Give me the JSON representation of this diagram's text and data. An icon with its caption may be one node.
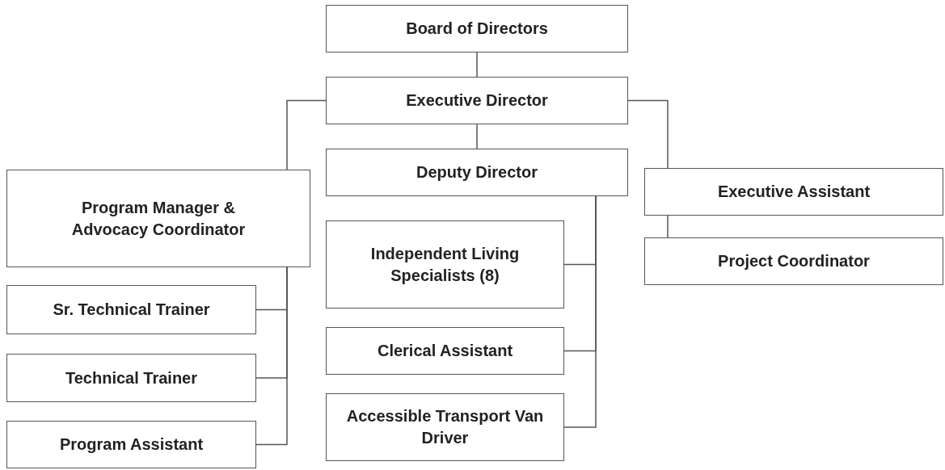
{
  "diagram": {
    "nodes": [
      {
        "text": [
          "Board of Directors"
        ]
      },
      {
        "text": [
          "Executive Director"
        ]
      },
      {
        "text": [
          "Program Manager & Advocacy Coordinator"
        ]
      },
      {
        "text": [
          "Deputy Director"
        ]
      },
      {
        "text": [
          "Executive Assistant"
        ]
      },
      {
        "text": [
          "Independent Living Specialists (8)"
        ]
      },
      {
        "text": [
          "Project Coordinator"
        ]
      },
      {
        "text": [
          "Sr. Technical Trainer"
        ]
      },
      {
        "text": [
          "Clerical Assistant"
        ]
      },
      {
        "text": [
          "Technical Trainer"
        ]
      },
      {
        "text": [
          "Accessible Transport Van Driver"
        ]
      },
      {
        "text": [
          "Program Assistant"
        ]
      }
    ],
    "edges": [
      {
        "from": 0,
        "to": 1,
        "arrow": "none"
      },
      {
        "from": 1,
        "to": 2,
        "arrow": "none"
      },
      {
        "from": 1,
        "to": 3,
        "arrow": "none"
      },
      {
        "from": 1,
        "to": 4,
        "arrow": "none"
      },
      {
        "from": 4,
        "to": 6,
        "arrow": "none"
      },
      {
        "from": 2,
        "to": 7,
        "arrow": "none"
      },
      {
        "from": 2,
        "to": 9,
        "arrow": "none"
      },
      {
        "from": 2,
        "to": 11,
        "arrow": "none"
      },
      {
        "from": 3,
        "to": 5,
        "arrow": "none"
      },
      {
        "from": 3,
        "to": 8,
        "arrow": "none"
      },
      {
        "from": 3,
        "to": 10,
        "arrow": "none"
      }
    ]
  }
}
